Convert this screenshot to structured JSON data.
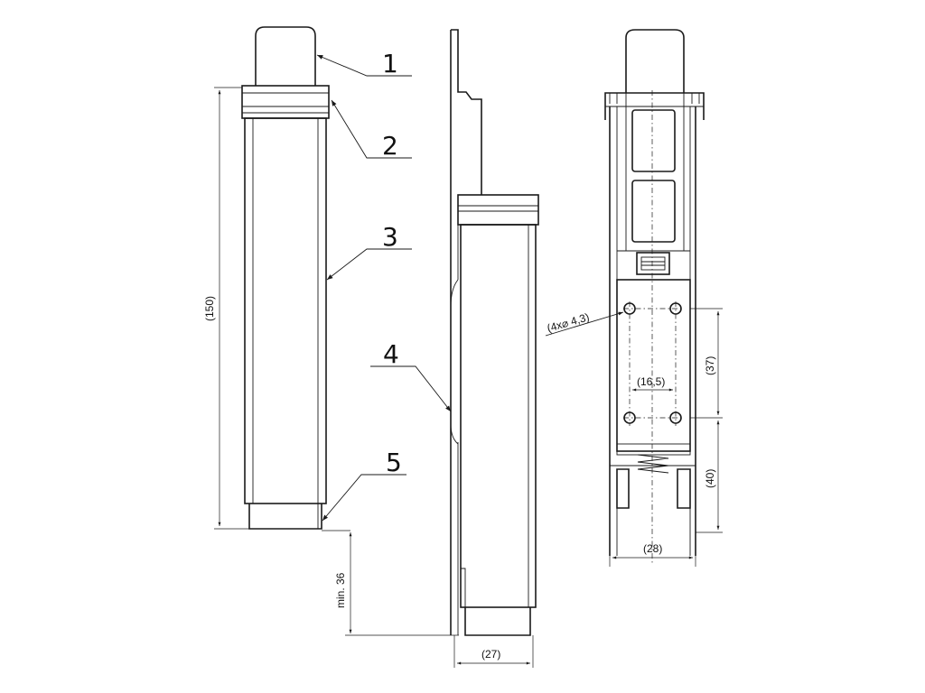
{
  "callouts": [
    "1",
    "2",
    "3",
    "4",
    "5"
  ],
  "dimensions": {
    "overall_length": "(150)",
    "min_clearance": "min. 36",
    "side_width": "(27)",
    "holes": "(4x⌀ 4,3)",
    "hole_spacing_h": "(16,5)",
    "hole_spacing_v": "(37)",
    "lower_offset": "(40)",
    "back_width": "(28)"
  }
}
